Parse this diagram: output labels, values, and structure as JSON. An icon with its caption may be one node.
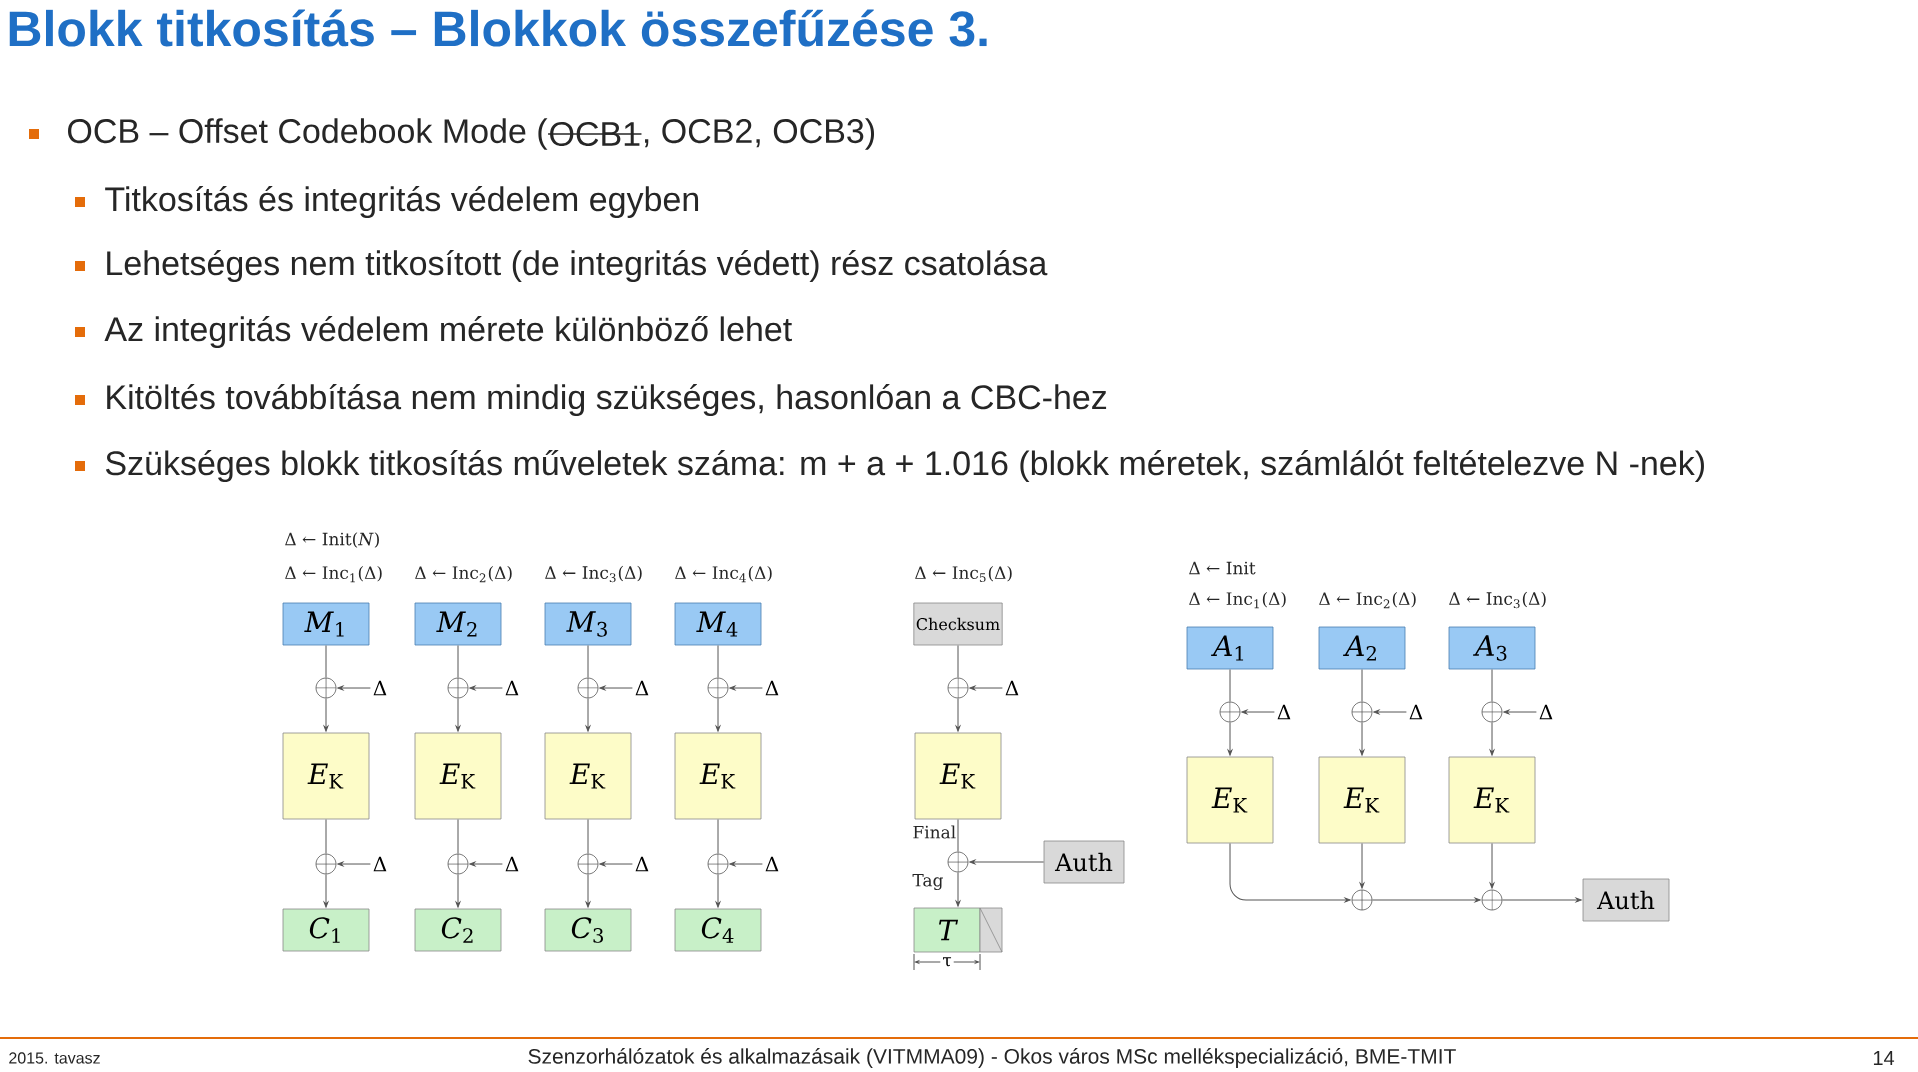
{
  "diagram": {
    "title": "Blokk titkosítás – Blokkok összefűzése 3.",
    "nodes": [
      {
        "text": [
          "*M*$_{1}$"
        ]
      },
      {
        "text": [],
        "shape": "circle"
      },
      {
        "text": [
          "Δ"
        ]
      },
      {
        "text": [
          "*E*$_{K}$"
        ]
      },
      {
        "text": [],
        "shape": "circle"
      },
      {
        "text": [
          "Δ"
        ]
      },
      {
        "text": [
          "*C*$_{1}$"
        ]
      },
      {
        "text": [
          "*M*$_{2}$"
        ]
      },
      {
        "text": [],
        "shape": "circle"
      },
      {
        "text": [
          "Δ"
        ]
      },
      {
        "text": [
          "*E*$_{K}$"
        ]
      },
      {
        "text": [],
        "shape": "circle"
      },
      {
        "text": [
          "Δ"
        ]
      },
      {
        "text": [
          "*C*$_{2}$"
        ]
      },
      {
        "text": [
          "*M*$_{3}$"
        ]
      },
      {
        "text": [],
        "shape": "circle"
      },
      {
        "text": [
          "Δ"
        ]
      },
      {
        "text": [
          "*E*$_{K}$"
        ]
      },
      {
        "text": [],
        "shape": "circle"
      },
      {
        "text": [
          "Δ"
        ]
      },
      {
        "text": [
          "*C*$_{3}$"
        ]
      },
      {
        "text": [
          "*M*$_{4}$"
        ]
      },
      {
        "text": [],
        "shape": "circle"
      },
      {
        "text": [
          "Δ"
        ]
      },
      {
        "text": [
          "*E*$_{K}$"
        ]
      },
      {
        "text": [],
        "shape": "circle"
      },
      {
        "text": [
          "Δ"
        ]
      },
      {
        "text": [
          "*C*$_{4}$"
        ]
      },
      {
        "text": [
          "Checksum"
        ]
      },
      {
        "text": [],
        "shape": "circle"
      },
      {
        "text": [
          "Δ"
        ]
      },
      {
        "text": [
          "*E*$_{K}$"
        ]
      },
      {
        "text": [],
        "shape": "circle"
      },
      {
        "text": [
          "Auth"
        ]
      },
      {
        "text": [
          "T"
        ]
      },
      {
        "text": [
          "*A*$_{1}$"
        ]
      },
      {
        "text": [],
        "shape": "circle"
      },
      {
        "text": [
          "Δ"
        ]
      },
      {
        "text": [
          "*E*$_{K}$"
        ]
      },
      {
        "text": [
          "*A*$_{2}$"
        ]
      },
      {
        "text": [],
        "shape": "circle"
      },
      {
        "text": [
          "Δ"
        ]
      },
      {
        "text": [
          "*E*$_{K}$"
        ]
      },
      {
        "text": [
          "*A*$_{3}$"
        ]
      },
      {
        "text": [],
        "shape": "circle"
      },
      {
        "text": [
          "Δ"
        ]
      },
      {
        "text": [
          "*E*$_{K}$"
        ]
      },
      {
        "text": [],
        "shape": "circle"
      },
      {
        "text": [],
        "shape": "circle"
      },
      {
        "text": [
          "Auth"
        ]
      }
    ],
    "edges": [
      {
        "from": 0,
        "to": 1,
        "arrow": "none"
      },
      {
        "from": 2,
        "to": 1,
        "arrow": "to"
      },
      {
        "from": 1,
        "to": 3,
        "arrow": "to"
      },
      {
        "from": 3,
        "to": 4,
        "arrow": "none"
      },
      {
        "from": 5,
        "to": 4,
        "arrow": "to"
      },
      {
        "from": 4,
        "to": 6,
        "arrow": "to"
      },
      {
        "from": 7,
        "to": 8,
        "arrow": "none"
      },
      {
        "from": 9,
        "to": 8,
        "arrow": "to"
      },
      {
        "from": 8,
        "to": 10,
        "arrow": "to"
      },
      {
        "from": 10,
        "to": 11,
        "arrow": "none"
      },
      {
        "from": 12,
        "to": 11,
        "arrow": "to"
      },
      {
        "from": 11,
        "to": 13,
        "arrow": "to"
      },
      {
        "from": 14,
        "to": 15,
        "arrow": "none"
      },
      {
        "from": 16,
        "to": 15,
        "arrow": "to"
      },
      {
        "from": 15,
        "to": 17,
        "arrow": "to"
      },
      {
        "from": 17,
        "to": 18,
        "arrow": "none"
      },
      {
        "from": 19,
        "to": 18,
        "arrow": "to"
      },
      {
        "from": 18,
        "to": 20,
        "arrow": "to"
      },
      {
        "from": 21,
        "to": 22,
        "arrow": "none"
      },
      {
        "from": 23,
        "to": 22,
        "arrow": "to"
      },
      {
        "from": 22,
        "to": 24,
        "arrow": "to"
      },
      {
        "from": 24,
        "to": 25,
        "arrow": "none"
      },
      {
        "from": 26,
        "to": 25,
        "arrow": "to"
      },
      {
        "from": 25,
        "to": 27,
        "arrow": "to"
      },
      {
        "from": 28,
        "to": 29,
        "arrow": "none"
      },
      {
        "from": 30,
        "to": 29,
        "arrow": "to"
      },
      {
        "from": 29,
        "to": 31,
        "arrow": "to"
      },
      {
        "from": 31,
        "to": 32,
        "arrow": "none"
      },
      {
        "from": 33,
        "to": 32,
        "arrow": "to"
      },
      {
        "from": 32,
        "to": 34,
        "arrow": "to"
      },
      {
        "from": 35,
        "to": 36,
        "arrow": "none"
      },
      {
        "from": 37,
        "to": 36,
        "arrow": "to"
      },
      {
        "from": 36,
        "to": 38,
        "arrow": "to"
      },
      {
        "from": 39,
        "to": 40,
        "arrow": "none"
      },
      {
        "from": 41,
        "to": 40,
        "arrow": "to"
      },
      {
        "from": 40,
        "to": 42,
        "arrow": "to"
      },
      {
        "from": 43,
        "to": 44,
        "arrow": "none"
      },
      {
        "from": 45,
        "to": 44,
        "arrow": "to"
      },
      {
        "from": 44,
        "to": 46,
        "arrow": "to"
      },
      {
        "from": 38,
        "to": 47,
        "arrow": "to"
      },
      {
        "from": 42,
        "to": 47,
        "arrow": "to"
      },
      {
        "from": 47,
        "to": 48,
        "arrow": "to"
      },
      {
        "from": 46,
        "to": 48,
        "arrow": "to"
      },
      {
        "from": 48,
        "to": 49,
        "arrow": "to"
      }
    ],
    "labels": [
      "OCB – Offset Codebook Mode (",
      "OCB1",
      ", OCB2, OCB3)",
      "Titkosítás és integritás védelem egyben",
      "Lehetséges nem titkosított (de integritás védett) rész csatolása",
      "Az integritás védelem mérete különböző lehet",
      "Kitöltés továbbítása nem mindig szükséges, hasonlóan a CBC-hez",
      "Szükséges blokk titkosítás műveletek száma: m + a + 1.016 (blokk méretek, számlálót feltételezve N -nek)",
      "Δ ← Init(*N*)",
      "Δ ← Inc$_{1}$(Δ)",
      "Δ ← Inc$_{2}$(Δ)",
      "Δ ← Inc$_{3}$(Δ)",
      "Δ ← Inc$_{4}$(Δ)",
      "Δ ← Inc$_{5}$(Δ)",
      "Δ ← Init",
      "Δ ← Inc$_{1}$(Δ)",
      "Δ ← Inc$_{2}$(Δ)",
      "Δ ← Inc$_{3}$(Δ)",
      "Final",
      "Tag",
      "τ",
      "2015. tavasz",
      "Szenzorhálózatok és alkalmazásaik (VITMMA09) - Okos város  MSc mellékspecializáció, BME-TMIT",
      "14"
    ]
  }
}
